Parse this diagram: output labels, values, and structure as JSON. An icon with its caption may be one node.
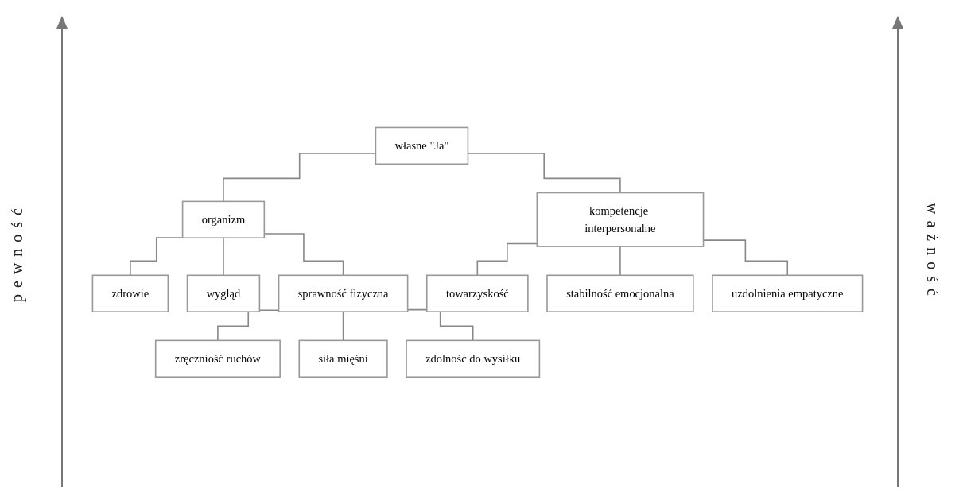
{
  "diagram": {
    "nodes": [
      {
        "text": [
          "własne \"Ja\""
        ]
      },
      {
        "text": [
          "organizm"
        ]
      },
      {
        "text": [
          "kompetencje interpersonalne"
        ]
      },
      {
        "text": [
          "zdrowie"
        ]
      },
      {
        "text": [
          "wygląd"
        ]
      },
      {
        "text": [
          "sprawność fizyczna"
        ]
      },
      {
        "text": [
          "towarzyskość"
        ]
      },
      {
        "text": [
          "stabilność emocjonalna"
        ]
      },
      {
        "text": [
          "uzdolnienia empatyczne"
        ]
      },
      {
        "text": [
          "zręczniość ruchów"
        ]
      },
      {
        "text": [
          "siła mięśni"
        ]
      },
      {
        "text": [
          "zdolność do wysiłku"
        ]
      }
    ],
    "edges": [
      {
        "from": 0,
        "to": 1,
        "arrow": "none"
      },
      {
        "from": 0,
        "to": 2,
        "arrow": "none"
      },
      {
        "from": 1,
        "to": 3,
        "arrow": "none"
      },
      {
        "from": 1,
        "to": 4,
        "arrow": "none"
      },
      {
        "from": 1,
        "to": 5,
        "arrow": "none"
      },
      {
        "from": 2,
        "to": 6,
        "arrow": "none"
      },
      {
        "from": 2,
        "to": 7,
        "arrow": "none"
      },
      {
        "from": 2,
        "to": 8,
        "arrow": "none"
      },
      {
        "from": 5,
        "to": 9,
        "arrow": "none"
      },
      {
        "from": 5,
        "to": 10,
        "arrow": "none"
      },
      {
        "from": 5,
        "to": 11,
        "arrow": "none"
      }
    ],
    "labels": [
      "pewność",
      "ważność"
    ]
  }
}
